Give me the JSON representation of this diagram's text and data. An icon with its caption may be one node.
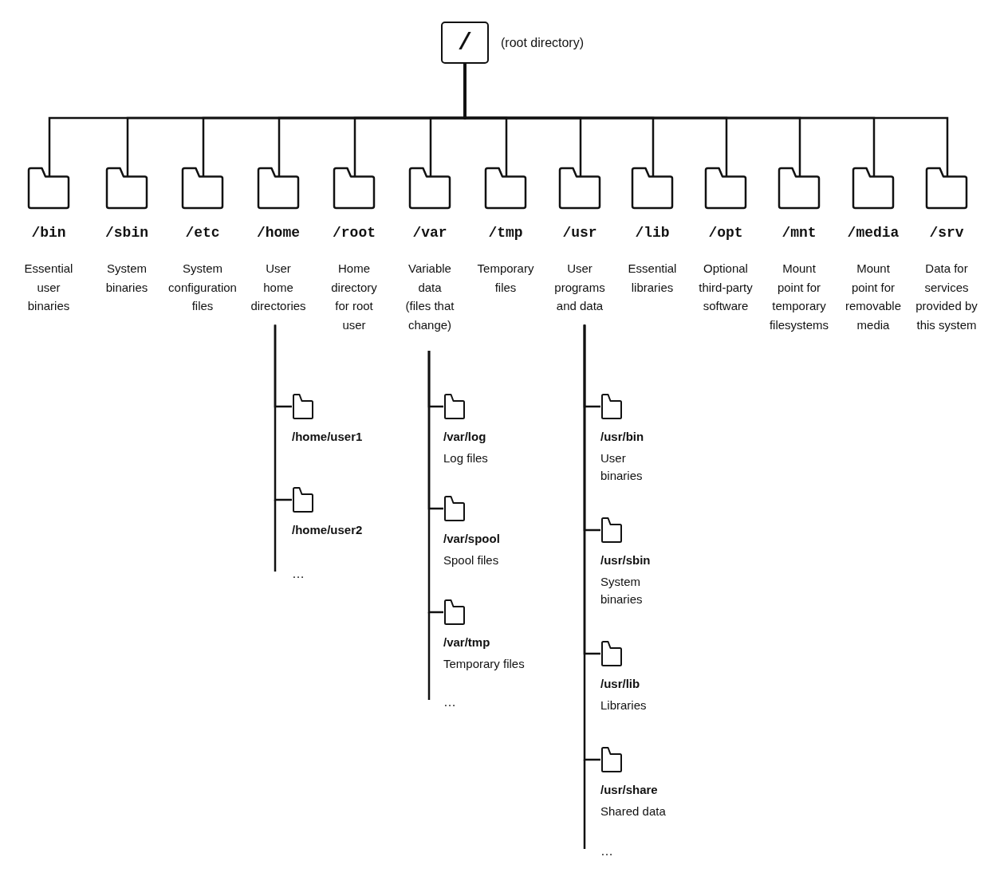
{
  "diagram": {
    "nodes": [
      {
        "text": [
          "/"
        ],
        "beside": [
          "(root directory)"
        ]
      },
      {
        "text": [
          "/bin",
          "Essential user binaries"
        ]
      },
      {
        "text": [
          "/sbin",
          "System binaries"
        ]
      },
      {
        "text": [
          "/etc",
          "System configuration files"
        ]
      },
      {
        "text": [
          "/home",
          "User home directories"
        ]
      },
      {
        "text": [
          "/root",
          "Home directory for root user"
        ]
      },
      {
        "text": [
          "/var",
          "Variable data (files that change)"
        ]
      },
      {
        "text": [
          "/tmp",
          "Temporary files"
        ]
      },
      {
        "text": [
          "/usr",
          "User programs and data"
        ]
      },
      {
        "text": [
          "/lib",
          "Essential libraries"
        ]
      },
      {
        "text": [
          "/opt",
          "Optional third-party software"
        ]
      },
      {
        "text": [
          "/mnt",
          "Mount point for temporary filesystems"
        ]
      },
      {
        "text": [
          "/media",
          "Mount point for removable media"
        ]
      },
      {
        "text": [
          "/srv",
          "Data for services provided by this system"
        ]
      },
      {
        "text": [
          "/home/user1"
        ]
      },
      {
        "text": [
          "/home/user2"
        ]
      },
      {
        "text": [
          "/var/log",
          "Log files"
        ]
      },
      {
        "text": [
          "/var/spool",
          "Spool files"
        ]
      },
      {
        "text": [
          "/var/tmp",
          "Temporary files"
        ]
      },
      {
        "text": [
          "/usr/bin",
          "User binaries"
        ]
      },
      {
        "text": [
          "/usr/sbin",
          "System binaries"
        ]
      },
      {
        "text": [
          "/usr/lib",
          "Libraries"
        ]
      },
      {
        "text": [
          "/usr/share",
          "Shared data"
        ]
      }
    ],
    "edges": [
      {
        "from": 0,
        "to": 1,
        "arrow": "none"
      },
      {
        "from": 0,
        "to": 2,
        "arrow": "none"
      },
      {
        "from": 0,
        "to": 3,
        "arrow": "none"
      },
      {
        "from": 0,
        "to": 4,
        "arrow": "none"
      },
      {
        "from": 0,
        "to": 5,
        "arrow": "none"
      },
      {
        "from": 0,
        "to": 6,
        "arrow": "none"
      },
      {
        "from": 0,
        "to": 7,
        "arrow": "none"
      },
      {
        "from": 0,
        "to": 8,
        "arrow": "none"
      },
      {
        "from": 0,
        "to": 9,
        "arrow": "none"
      },
      {
        "from": 0,
        "to": 10,
        "arrow": "none"
      },
      {
        "from": 0,
        "to": 11,
        "arrow": "none"
      },
      {
        "from": 0,
        "to": 12,
        "arrow": "none"
      },
      {
        "from": 0,
        "to": 13,
        "arrow": "none"
      },
      {
        "from": 4,
        "to": 14,
        "arrow": "none"
      },
      {
        "from": 4,
        "to": 15,
        "arrow": "none"
      },
      {
        "from": 6,
        "to": 16,
        "arrow": "none"
      },
      {
        "from": 6,
        "to": 17,
        "arrow": "none"
      },
      {
        "from": 6,
        "to": 18,
        "arrow": "none"
      },
      {
        "from": 8,
        "to": 19,
        "arrow": "none"
      },
      {
        "from": 8,
        "to": 20,
        "arrow": "none"
      },
      {
        "from": 8,
        "to": 21,
        "arrow": "none"
      },
      {
        "from": 8,
        "to": 22,
        "arrow": "none"
      }
    ],
    "labels": [
      "…",
      "…",
      "…"
    ]
  }
}
